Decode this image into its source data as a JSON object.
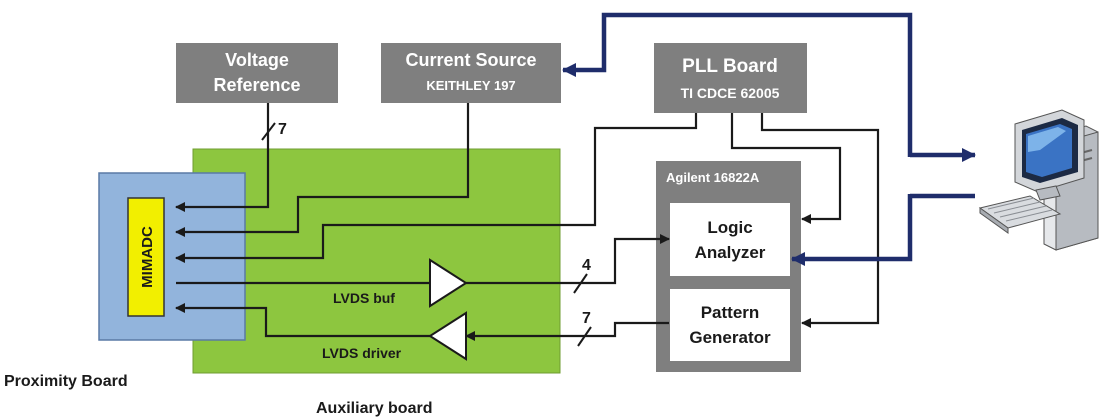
{
  "blocks": {
    "voltage_reference": {
      "line1": "Voltage",
      "line2": "Reference"
    },
    "current_source": {
      "title": "Current Source",
      "subtitle": "KEITHLEY 197"
    },
    "pll_board": {
      "title": "PLL Board",
      "subtitle": "TI CDCE 62005"
    },
    "agilent": {
      "title": "Agilent 16822A"
    },
    "logic_analyzer": {
      "line1": "Logic",
      "line2": "Analyzer"
    },
    "pattern_generator": {
      "line1": "Pattern",
      "line2": "Generator"
    },
    "mimadc": {
      "label": "MIMADC"
    }
  },
  "labels": {
    "proximity_board": "Proximity Board",
    "auxiliary_board": "Auxiliary board",
    "lvds_buf": "LVDS buf",
    "lvds_driver": "LVDS driver"
  },
  "bus_widths": {
    "voltage_ref_bus": "7",
    "lvds_buf_bus": "4",
    "lvds_driver_bus": "7"
  },
  "colors": {
    "gray_block": "#7f7f7f",
    "aux_board": "#8dc63f",
    "proximity_board": "#92b4dc",
    "chip": "#f2ef00",
    "wire": "#1a1a1a",
    "pc_link": "#1f2d6b"
  },
  "icons": {
    "computer": "desktop-computer-icon"
  }
}
